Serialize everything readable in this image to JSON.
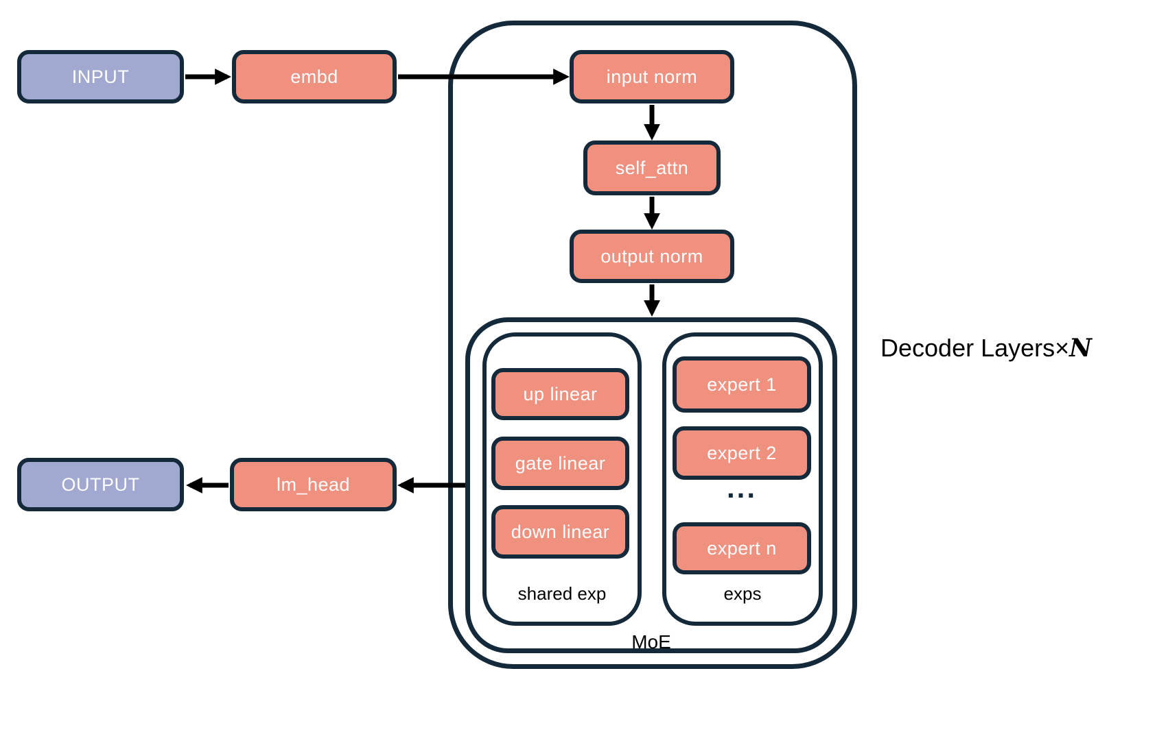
{
  "nodes": {
    "input": "INPUT",
    "embd": "embd",
    "input_norm": "input norm",
    "self_attn": "self_attn",
    "output_norm": "output norm",
    "up_linear": "up linear",
    "gate_linear": "gate linear",
    "down_linear": "down linear",
    "expert_1": "expert 1",
    "expert_2": "expert 2",
    "experts_ellipsis": "...",
    "expert_n": "expert n",
    "lm_head": "lm_head",
    "output": "OUTPUT"
  },
  "groups": {
    "shared_exp_label": "shared exp",
    "exps_label": "exps",
    "moe_label": "MoE"
  },
  "annotation": {
    "prefix": "Decoder Layers",
    "times": "×",
    "n": "N"
  },
  "colors": {
    "module_fill": "#f0917f",
    "io_fill": "#a1a9d1",
    "outline": "#14293a",
    "arrow": "#000000",
    "background": "#ffffff",
    "node_text": "#ffffff",
    "label_text": "#000000"
  }
}
